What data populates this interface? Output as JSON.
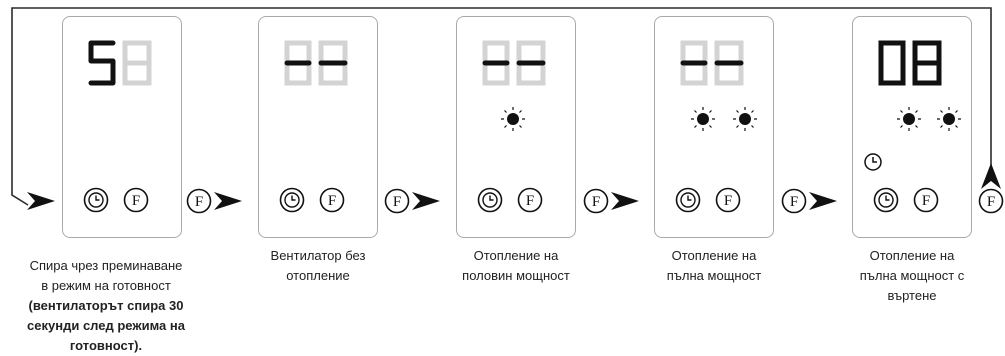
{
  "panels": [
    {
      "id": "standby",
      "digits": "5",
      "caption_lines": [
        "Спира чрез преминаване",
        "в режим на готовност"
      ],
      "caption_bold_lines": [
        "(вентилаторът спира 30",
        "секунди след режима на",
        "готовност)."
      ]
    },
    {
      "id": "fan",
      "digits": "--",
      "caption_lines": [
        "Вентилатор без",
        "отопление"
      ]
    },
    {
      "id": "half",
      "digits": "--",
      "caption_lines": [
        "Отопление на",
        "половин мощност"
      ]
    },
    {
      "id": "full",
      "digits": "--",
      "caption_lines": [
        "Отопление на",
        "пълна мощност"
      ]
    },
    {
      "id": "rotate",
      "digits": "08",
      "caption_lines": [
        "Отопление на",
        "пълна мощност с",
        "въртене"
      ]
    }
  ],
  "button_letter": "F",
  "icons": [
    "clock-icon",
    "f-button-icon",
    "sun-icon",
    "arrow-icon"
  ],
  "colors": {
    "panel_border": "#a9a9a9",
    "segment_on": "#111111",
    "segment_off": "#d3d3d3",
    "line": "#2b2b2b"
  }
}
